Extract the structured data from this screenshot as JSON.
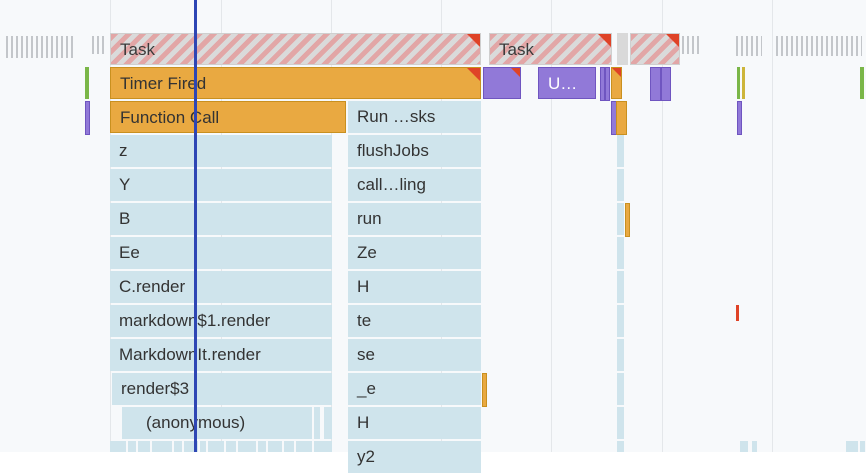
{
  "colors": {
    "long_task_stripe_red": "#e2a6a6",
    "task_gray": "#d9d9d9",
    "scripting_orange": "#e9a941",
    "js_frame_blue": "#cfe4ec",
    "async_purple": "#9179d8",
    "warning_red": "#df4327",
    "playhead_blue": "#2e46b4",
    "activity_green": "#7ab648"
  },
  "flame": {
    "task_label": "Task",
    "timer_fired_label": "Timer Fired",
    "function_call_label": "Function Call",
    "run_tasks_label": "Run …sks",
    "update_label": "U…",
    "left_column": [
      {
        "label": "z"
      },
      {
        "label": "Y"
      },
      {
        "label": "B"
      },
      {
        "label": "Ee"
      },
      {
        "label": "C.render"
      },
      {
        "label": "markdown$1.render"
      },
      {
        "label": "MarkdownIt.render"
      },
      {
        "label": "render$3"
      },
      {
        "label": "(anonymous)"
      }
    ],
    "right_column": [
      {
        "label": "flushJobs"
      },
      {
        "label": "call…ling"
      },
      {
        "label": "run"
      },
      {
        "label": "Ze"
      },
      {
        "label": "H"
      },
      {
        "label": "te"
      },
      {
        "label": "se"
      },
      {
        "label": "_e"
      },
      {
        "label": "H"
      },
      {
        "label": "y2"
      }
    ]
  }
}
